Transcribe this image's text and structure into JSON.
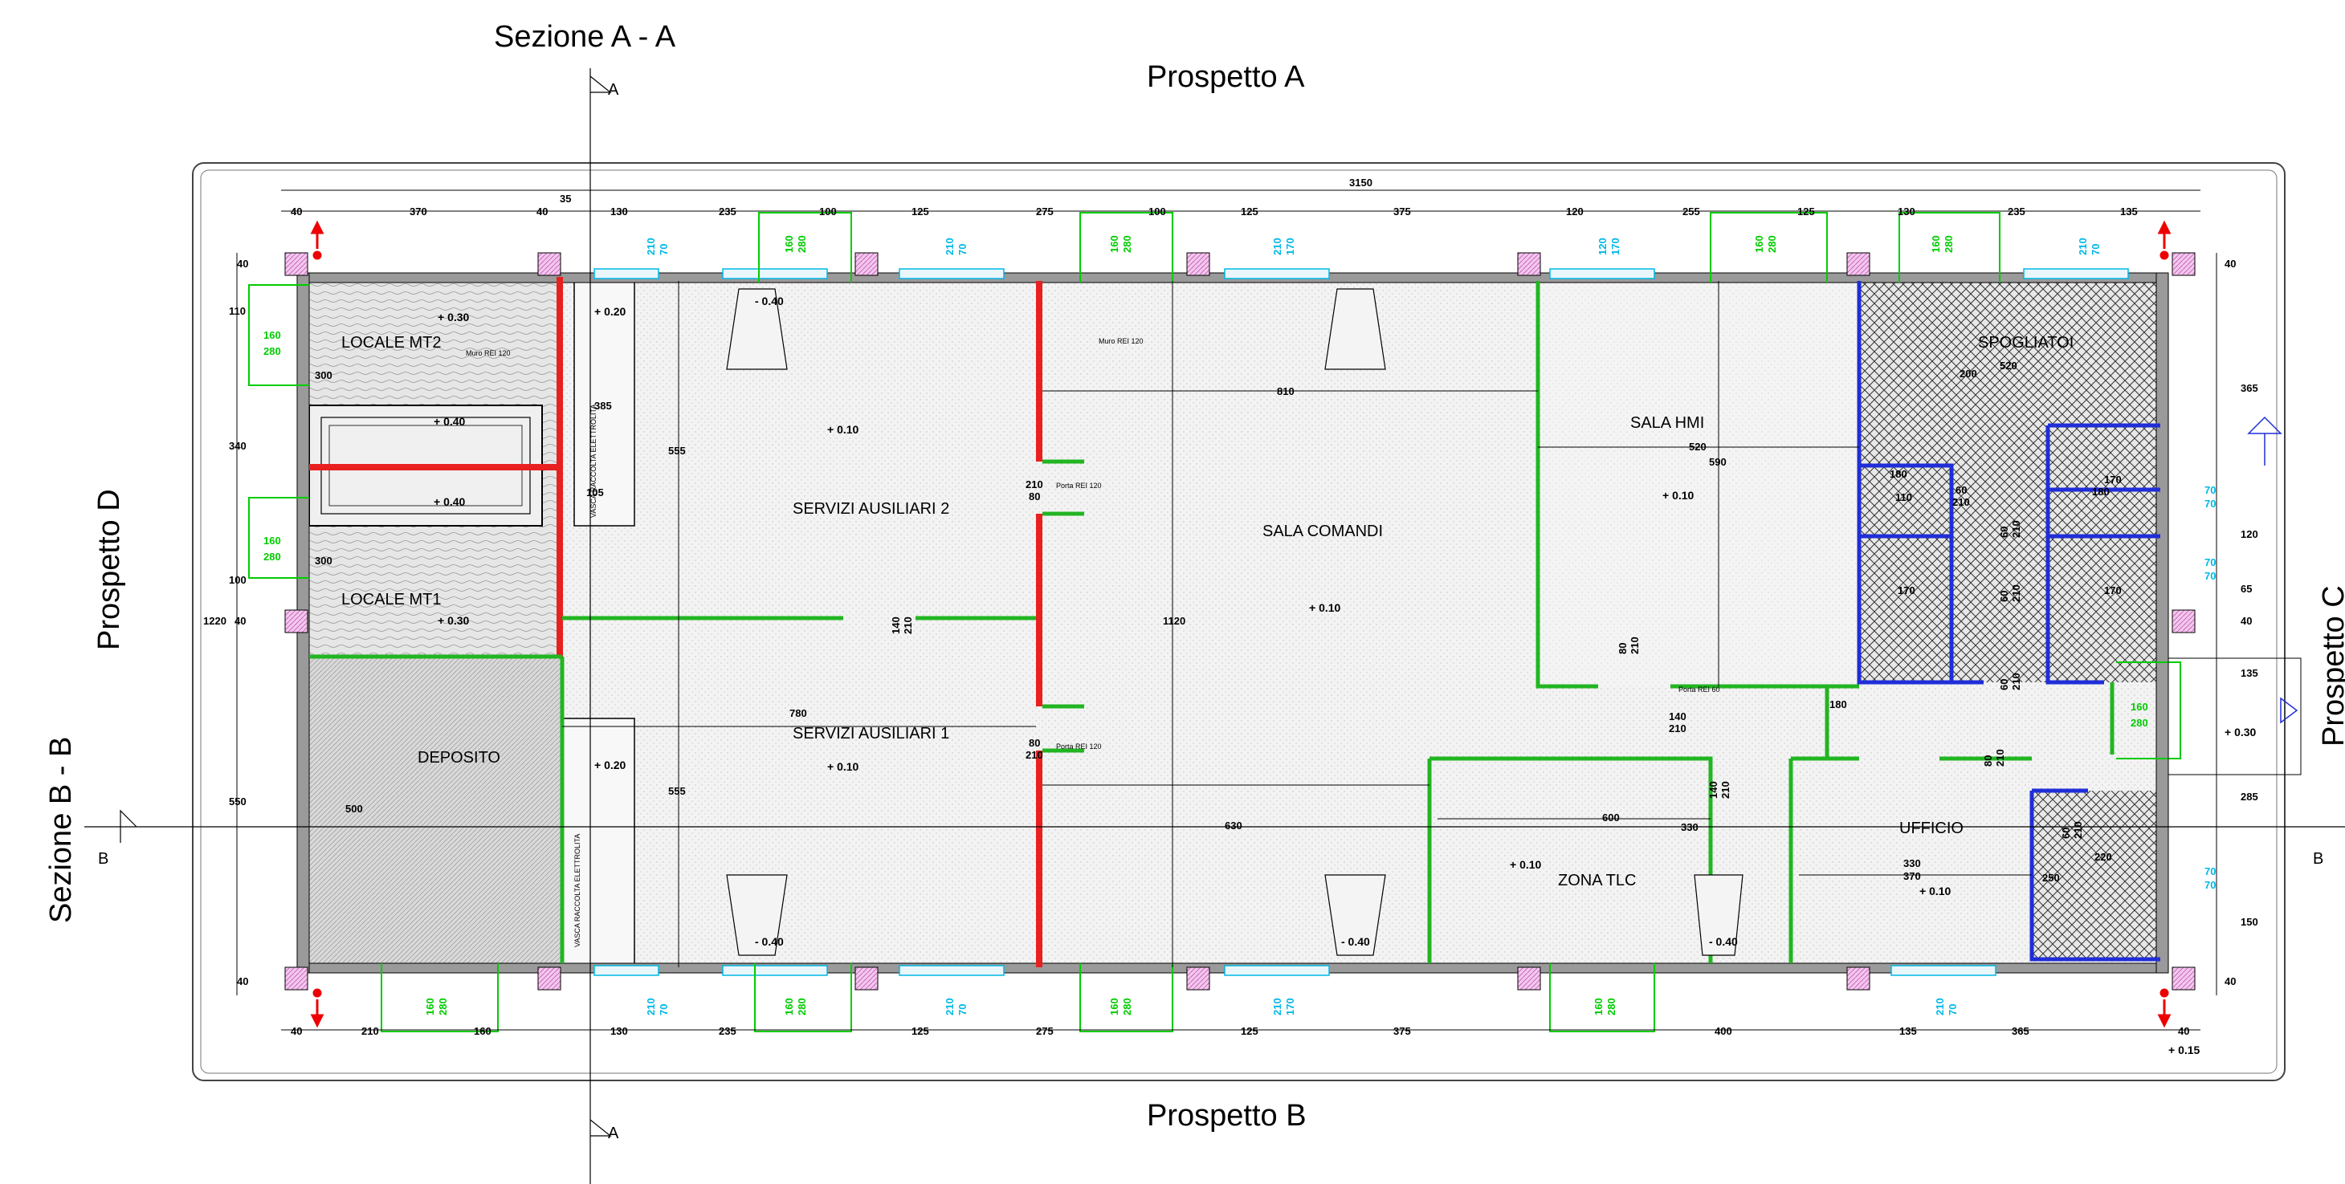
{
  "titles": {
    "section_aa": "Sezione A - A",
    "section_bb": "Sezione B - B",
    "prospetto_a": "Prospetto A",
    "prospetto_b": "Prospetto B",
    "prospetto_c": "Prospetto C",
    "prospetto_d": "Prospetto D",
    "marker_a": "A",
    "marker_b": "B"
  },
  "rooms": {
    "locale_mt2": "LOCALE MT2",
    "locale_mt1": "LOCALE MT1",
    "deposito": "DEPOSITO",
    "servizi_2": "SERVIZI AUSILIARI 2",
    "servizi_1": "SERVIZI AUSILIARI 1",
    "sala_comandi": "SALA COMANDI",
    "sala_hmi": "SALA HMI",
    "spogliatoi": "SPOGLIATOI",
    "zona_tlc": "ZONA TLC",
    "ufficio": "UFFICIO"
  },
  "elevations": {
    "e030": "+ 0.30",
    "e020": "+ 0.20",
    "e040": "+ 0.40",
    "e010": "+ 0.10",
    "em040": "- 0.40",
    "e015": "+ 0.15"
  },
  "notes": {
    "muro_rei": "Muro REI 120",
    "porta_rei_120": "Porta REI 120",
    "porta_rei_60": "Porta REI 60",
    "vasca": "VASCA RACCOLTA ELETTROLITA"
  },
  "dims_top": {
    "total": "3150",
    "d40": "40",
    "d370": "370",
    "d35": "35",
    "d130": "130",
    "d235": "235",
    "d100": "100",
    "d125": "125",
    "d275": "275",
    "d375": "375",
    "d120": "120",
    "d255": "255",
    "d135": "135"
  },
  "dims_bottom": {
    "d210": "210",
    "d160": "160",
    "d400": "400",
    "d365": "365"
  },
  "dims_left": {
    "d40": "40",
    "d110": "110",
    "d340": "340",
    "d100": "100",
    "d1220": "1220",
    "d550": "550",
    "d300": "300",
    "d500": "500",
    "d385": "385",
    "d105": "105",
    "d555": "555"
  },
  "dims_inner": {
    "d810": "810",
    "d1120": "1120",
    "d780": "780",
    "d630": "630",
    "d600": "600",
    "d330": "330",
    "d520": "520",
    "d590": "590",
    "d180": "180",
    "d370": "370",
    "d220": "220",
    "d250": "250",
    "d170": "170",
    "d110": "110",
    "d200": "200"
  },
  "dims_right": {
    "d40": "40",
    "d365": "365",
    "d120": "120",
    "d65": "65",
    "d135": "135",
    "d285": "285",
    "d150": "150"
  },
  "doors": {
    "d160": "160",
    "d280": "280",
    "d80": "80",
    "d210": "210",
    "d140": "140",
    "d60": "60"
  },
  "windows": {
    "w210": "210",
    "w70": "70",
    "w170": "170",
    "w120": "120"
  }
}
